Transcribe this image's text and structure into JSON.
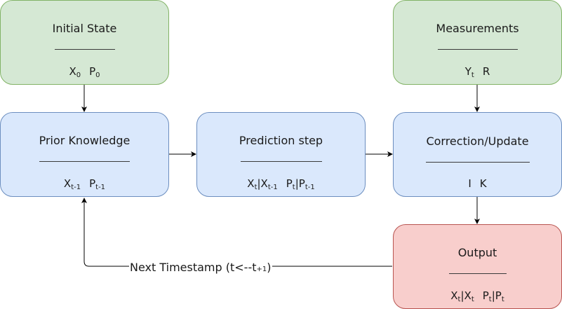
{
  "nodes": {
    "initial_state": {
      "title": "Initial State",
      "var1": {
        "base": "X",
        "sub": "0"
      },
      "var2": {
        "base": "P",
        "sub": "0"
      }
    },
    "measurements": {
      "title": "Measurements",
      "var1": {
        "base": "Y",
        "sub": "t"
      },
      "var2": {
        "base": "R",
        "sub": ""
      }
    },
    "prior_knowledge": {
      "title": "Prior Knowledge",
      "var1": {
        "base": "X",
        "sub": "t-1"
      },
      "var2": {
        "base": "P",
        "sub": "t-1"
      }
    },
    "prediction_step": {
      "title": "Prediction step",
      "var1": {
        "base": "X",
        "sub": "t",
        "mid": "|X",
        "sub2": "t-1"
      },
      "var2": {
        "base": "P",
        "sub": "t",
        "mid": "|P",
        "sub2": "t-1"
      }
    },
    "correction_update": {
      "title": "Correction/Update",
      "var1": "I",
      "var2": "K"
    },
    "output": {
      "title": "Output",
      "var1": {
        "base": "X",
        "sub": "t",
        "mid": "|X",
        "sub2": "t"
      },
      "var2": {
        "base": "P",
        "sub": "t",
        "mid": "|P",
        "sub2": "t"
      }
    }
  },
  "edges": {
    "loop_label": {
      "text": "Next Timestamp (t<--t",
      "sub": "+1",
      "close": ")"
    }
  },
  "colors": {
    "green_fill": "#d5e8d4",
    "green_stroke": "#82b366",
    "blue_fill": "#dae8fc",
    "blue_stroke": "#6c8ebf",
    "red_fill": "#f8cecc",
    "red_stroke": "#b85450",
    "edge": "#000000"
  }
}
